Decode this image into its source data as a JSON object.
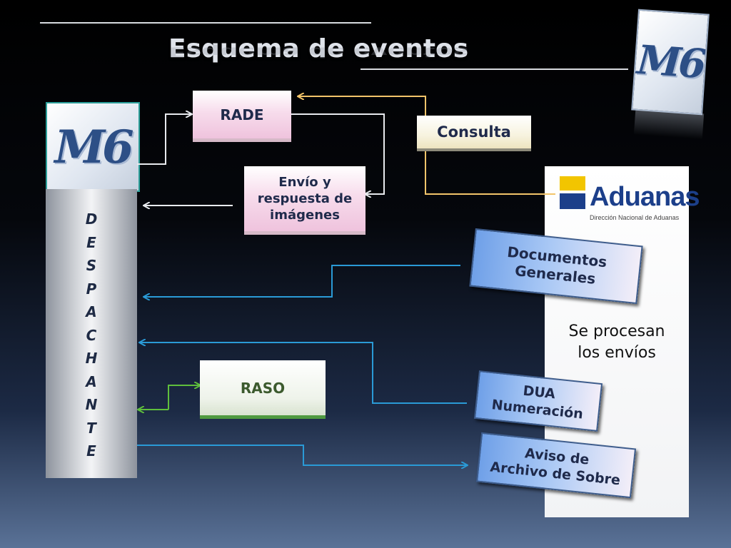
{
  "title": "Esquema de eventos",
  "logos": {
    "m6_text": "M6"
  },
  "despachante": [
    "D",
    "E",
    "S",
    "P",
    "A",
    "C",
    "H",
    "A",
    "N",
    "T",
    "E"
  ],
  "boxes": {
    "rade": "RADE",
    "consulta": "Consulta",
    "envio_line1": "Envío y",
    "envio_line2": "respuesta de",
    "envio_line3": "imágenes",
    "raso": "RASO",
    "doc_line1": "Documentos",
    "doc_line2": "Generales",
    "dua_line1": "DUA",
    "dua_line2": "Numeración",
    "aviso_line1": "Aviso de",
    "aviso_line2": "Archivo de Sobre"
  },
  "aduanas": {
    "name": "Aduanas",
    "subtitle": "Dirección Nacional de Aduanas"
  },
  "process_note": {
    "line1": "Se procesan",
    "line2": "los envíos"
  },
  "colors": {
    "arrow_white": "#e8eaee",
    "arrow_gold": "#f2c46a",
    "arrow_blue": "#2a9ad6",
    "arrow_green": "#5fbf3c"
  }
}
